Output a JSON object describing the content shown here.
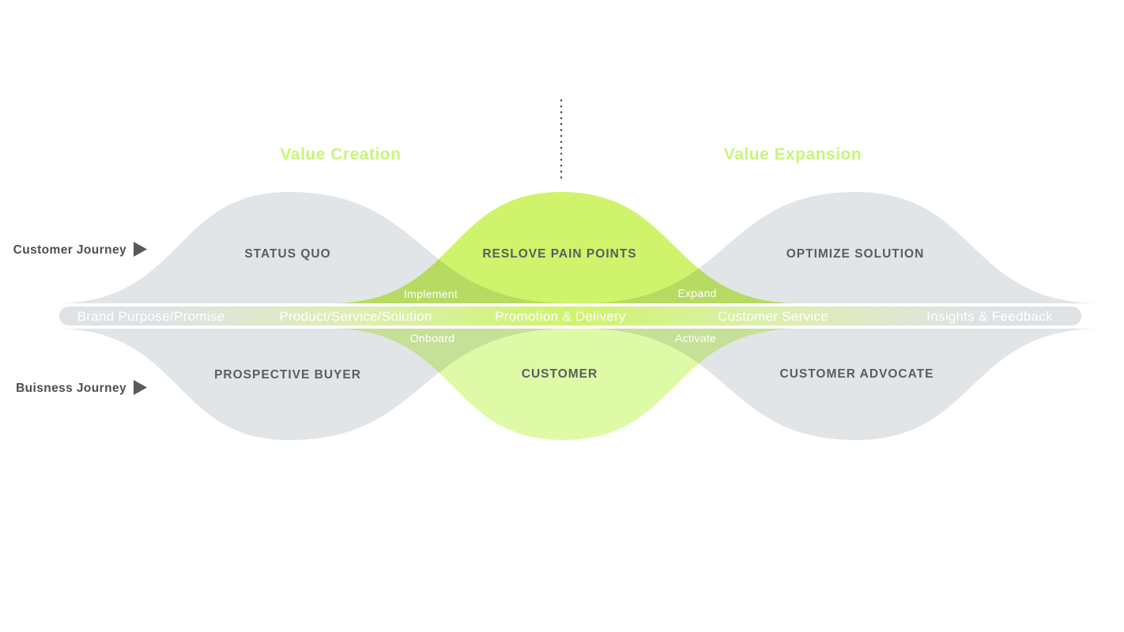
{
  "diagram": {
    "headers": {
      "left": "Value Creation",
      "right": "Value Expansion"
    },
    "journey_rows": {
      "top": "Customer Journey",
      "bottom": "Buisness Journey"
    },
    "top_waves": [
      {
        "label": "STATUS QUO"
      },
      {
        "label": "RESLOVE PAIN POINTS"
      },
      {
        "label": "OPTIMIZE SOLUTION"
      }
    ],
    "bottom_waves": [
      {
        "label": "PROSPECTIVE BUYER"
      },
      {
        "label": "CUSTOMER"
      },
      {
        "label": "CUSTOMER ADVOCATE"
      }
    ],
    "bar_segments": [
      {
        "label": "Brand Purpose/Promise"
      },
      {
        "label": "Product/Service/Solution"
      },
      {
        "label": "Promotion & Delivery"
      },
      {
        "label": "Customer Service"
      },
      {
        "label": "Insights & Feedback"
      }
    ],
    "stage_labels": {
      "implement": "Implement",
      "expand": "Expand",
      "onboard": "Onboard",
      "activate": "Activate"
    },
    "colors": {
      "gray_wave": "#E2E5E8",
      "green_bright": "#CFF46C",
      "green_light": "#DFFAA6",
      "heading_green": "#C9F47C",
      "label_dark": "#595D61",
      "journey_text": "#4B4F52",
      "arrow_dark": "#58595B",
      "dot_gray": "#555659",
      "white_text": "#FFFFFF",
      "bar_end_gray": "#DFE2E4",
      "bar_mid_green": "#DCEFB0",
      "bar_center_green": "#CFF46C"
    }
  }
}
